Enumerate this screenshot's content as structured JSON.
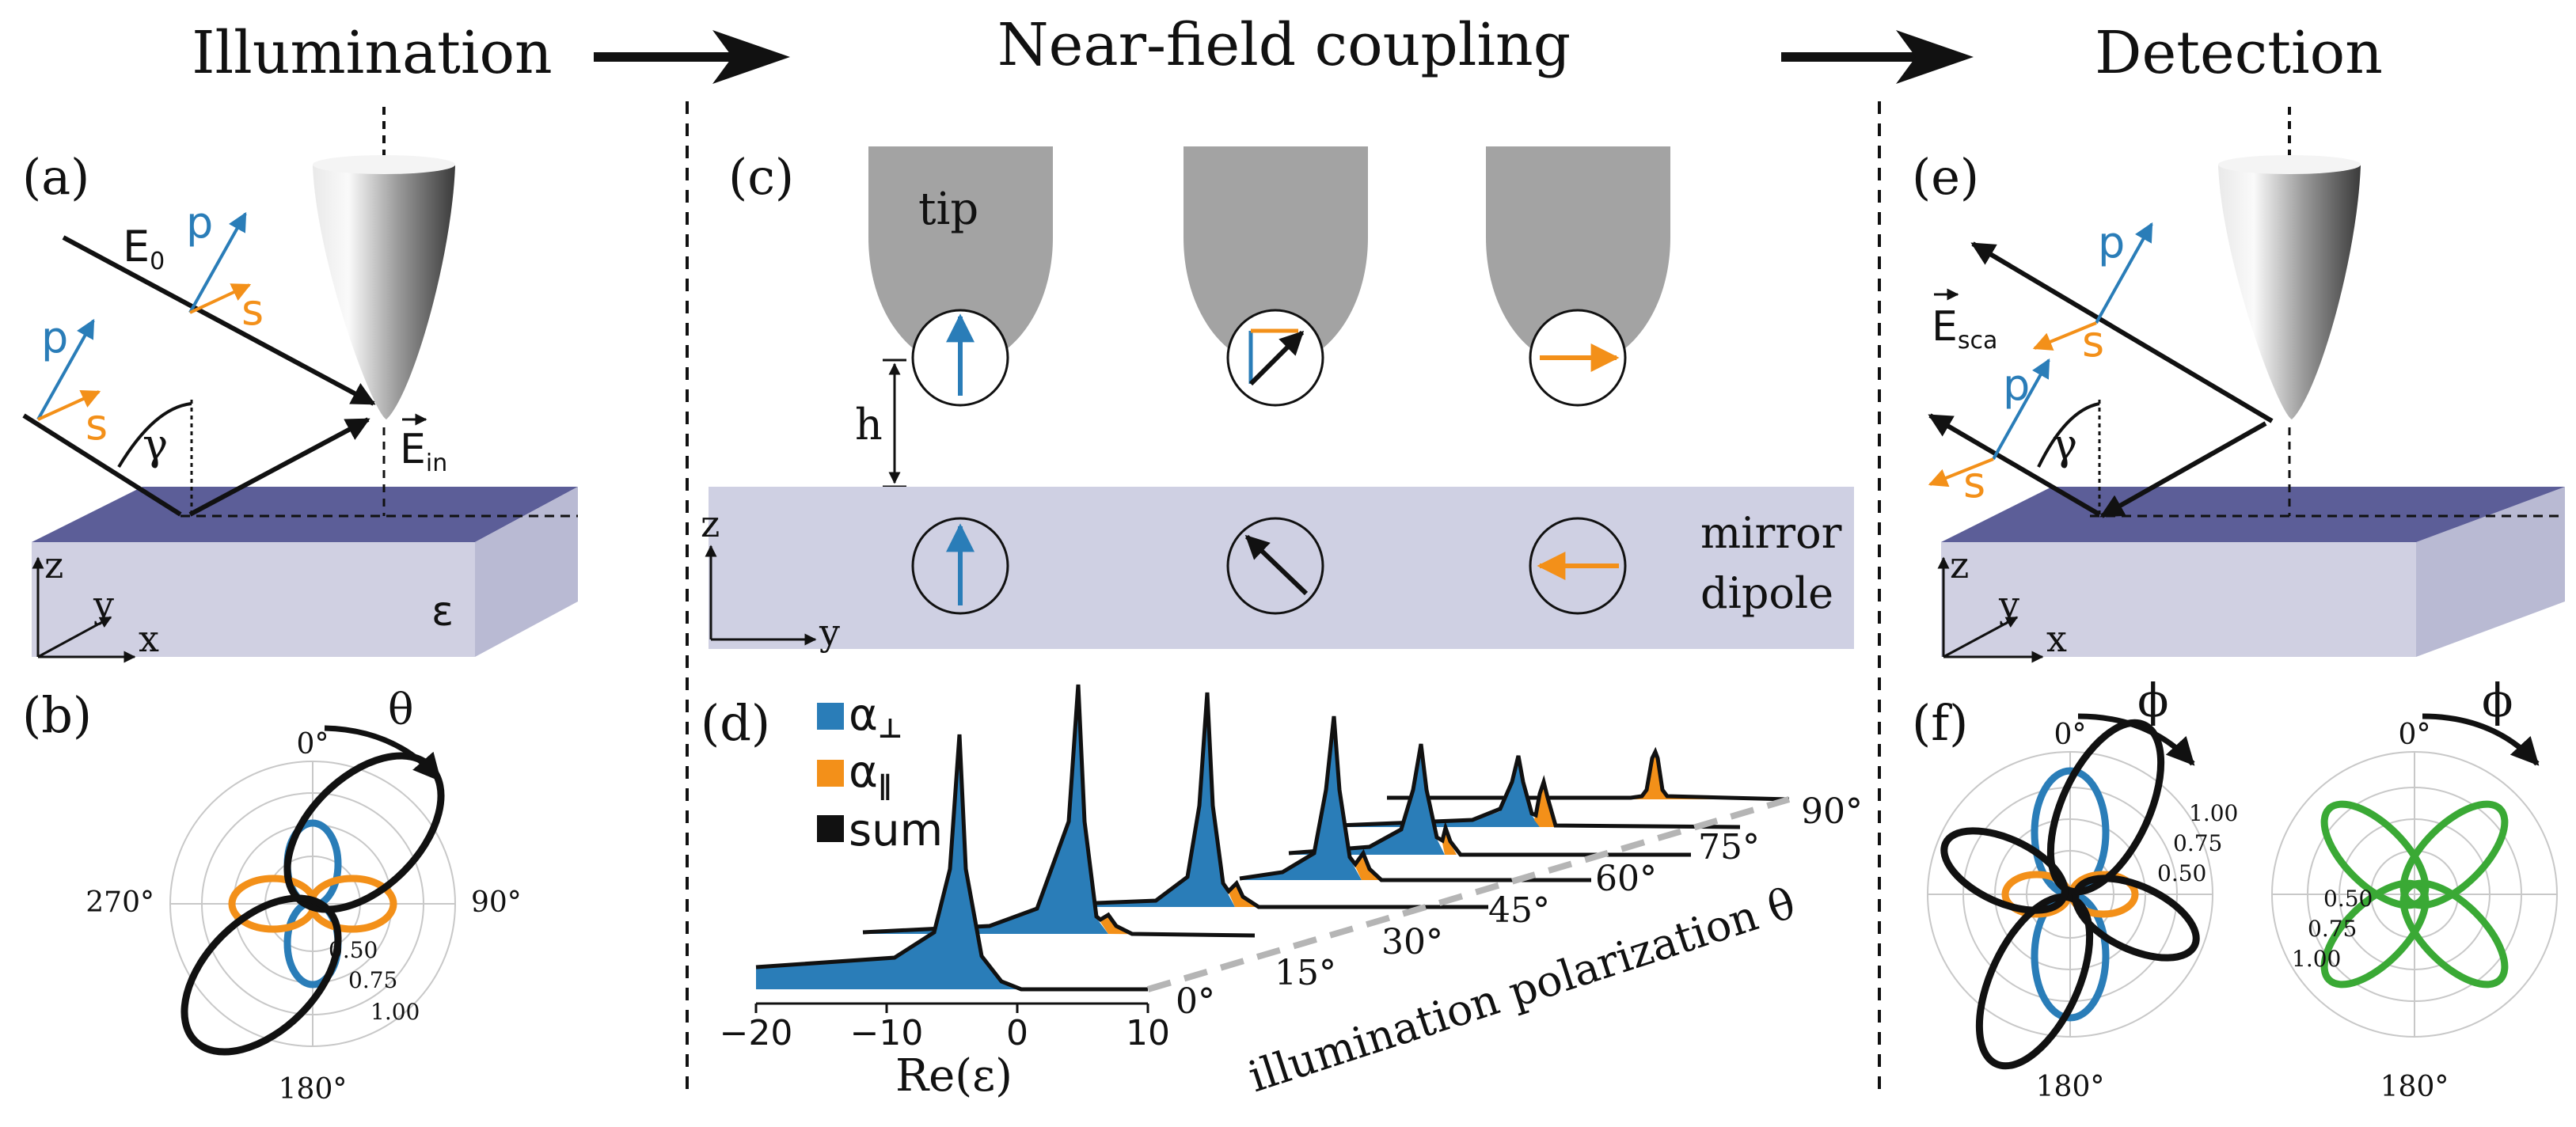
{
  "colors": {
    "blue": "#2a7db8",
    "orange": "#f39019",
    "green": "#3aa935",
    "black": "#111111",
    "tip_gray": "#a3a3a3",
    "substrate_top": "#5c5e98",
    "substrate_side": "#d0d0e2",
    "substrate_band": "#cfd0e3"
  },
  "stages": {
    "illumination": "Illumination",
    "coupling": "Near-field coupling",
    "detection": "Detection"
  },
  "panel_a": {
    "label": "(a)",
    "e0": "E",
    "e0_sub": "0",
    "p": "p",
    "s": "s",
    "gamma": "γ",
    "ein": "E",
    "ein_sub": "in",
    "eps": "ε",
    "z": "z",
    "y": "y",
    "x": "x"
  },
  "panel_b": {
    "label": "(b)",
    "theta": "θ",
    "angles": [
      "0°",
      "90°",
      "180°",
      "270°"
    ],
    "radii": [
      "0.50",
      "0.75",
      "1.00"
    ]
  },
  "panel_c": {
    "label": "(c)",
    "tip": "tip",
    "h": "h",
    "mirror": "mirror",
    "dipole": "dipole",
    "z": "z",
    "y": "y"
  },
  "panel_d": {
    "label": "(d)",
    "legend": [
      {
        "name": "α",
        "sub": "⊥",
        "icon": "blue-swatch"
      },
      {
        "name": "α",
        "sub": "∥",
        "icon": "orange-swatch"
      },
      {
        "name": "sum",
        "sub": "",
        "icon": "black-swatch"
      }
    ],
    "xlabel": "Re(ε)",
    "xticks": [
      "−20",
      "−10",
      "0",
      "10"
    ],
    "theta_ticks": [
      "0°",
      "15°",
      "30°",
      "45°",
      "60°",
      "75°",
      "90°"
    ],
    "axis_title": "illumination polarization θ"
  },
  "panel_e": {
    "label": "(e)",
    "esca": "E",
    "esca_sub": "sca",
    "p": "p",
    "s": "s",
    "gamma": "γ",
    "z": "z",
    "y": "y",
    "x": "x"
  },
  "panel_f": {
    "label": "(f)",
    "phi": "ϕ",
    "left": {
      "top": "0°",
      "bottom": "180°",
      "radii": [
        "0.50",
        "0.75",
        "1.00"
      ]
    },
    "right": {
      "top": "0°",
      "bottom": "180°",
      "radii": [
        "0.50",
        "0.75",
        "1.00"
      ]
    }
  }
}
